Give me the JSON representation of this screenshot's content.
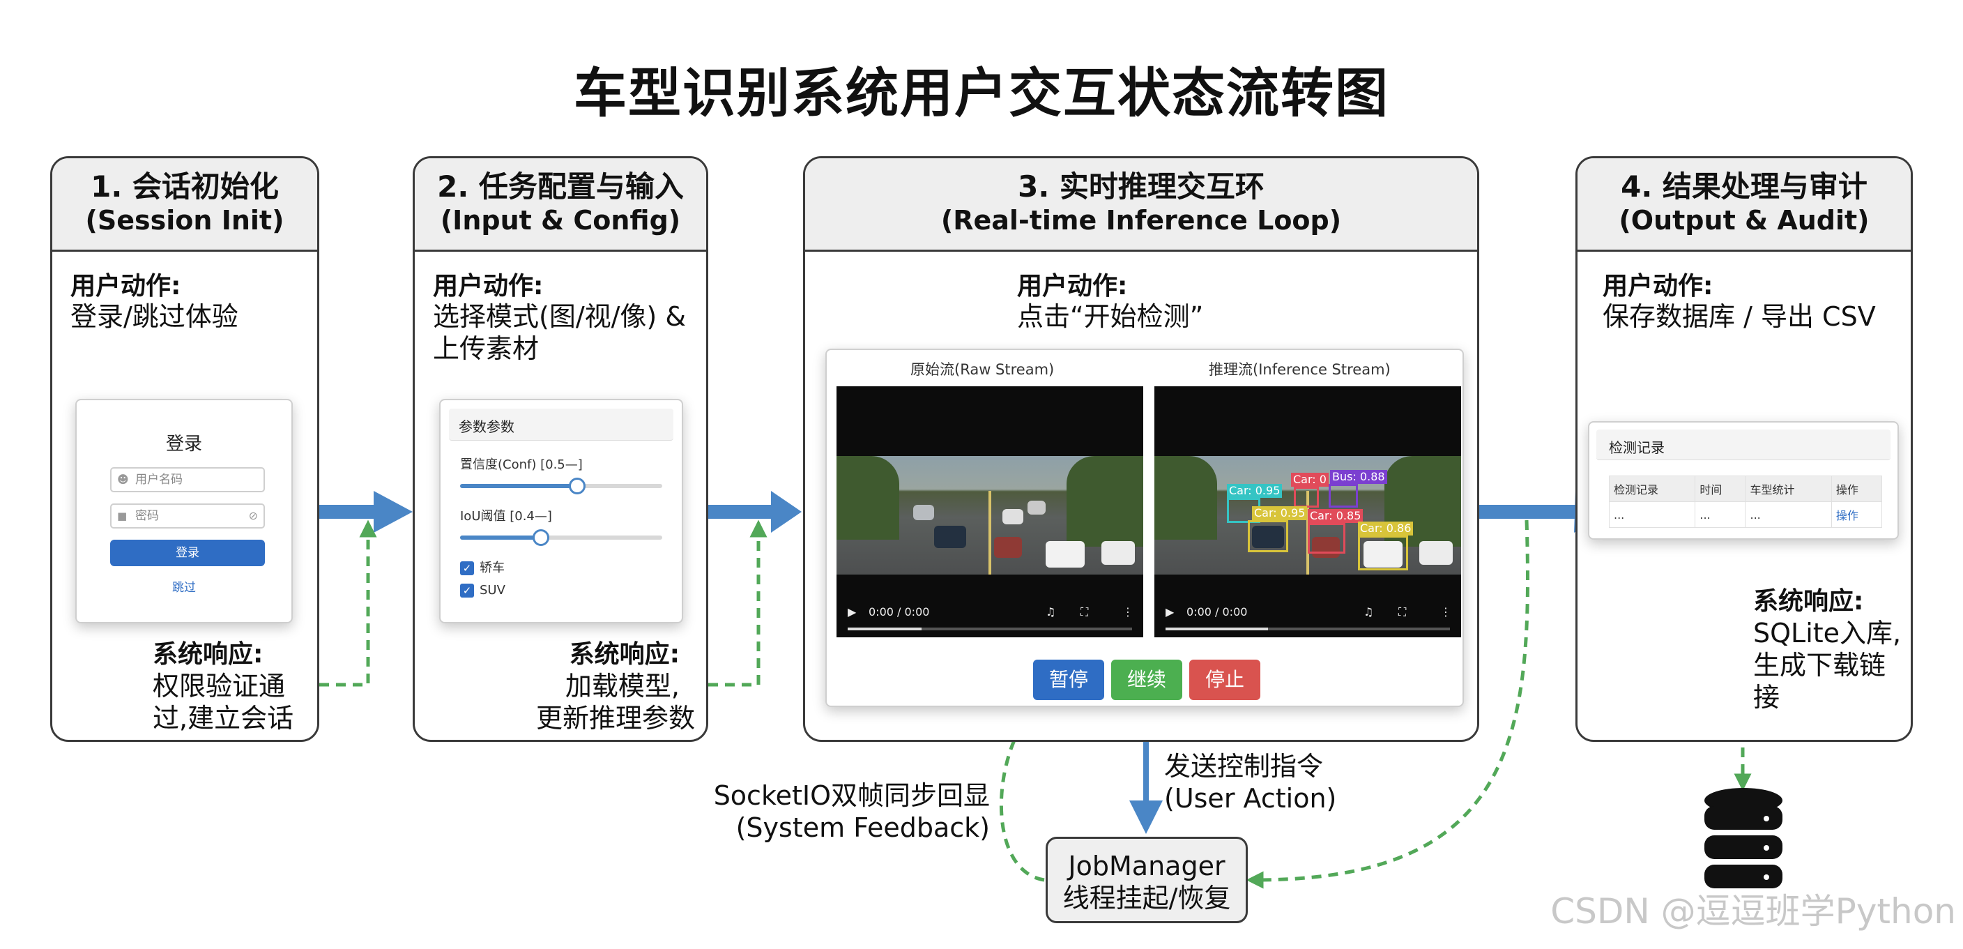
{
  "title": "车型识别系统用户交互状态流转图",
  "watermark": "CSDN @逗逗班学Python",
  "colors": {
    "arrow_blue": "#4a86c6",
    "feedback_green": "#52a858",
    "btn_blue": "#2f6dc4",
    "btn_green": "#4caf50",
    "btn_red": "#d9534f"
  },
  "stage1": {
    "title": "1. 会话初始化",
    "subtitle": "(Session Init)",
    "user_action_label": "用户动作:",
    "user_action": "登录/跳过体验",
    "login_card": {
      "title": "登录",
      "username_placeholder": "用户名码",
      "password_placeholder": "密码",
      "login_button": "登录",
      "skip_link": "跳过"
    },
    "system_response_label": "系统响应:",
    "system_response_line1": "权限验证通",
    "system_response_line2": "过,建立会话"
  },
  "stage2": {
    "title": "2. 任务配置与输入",
    "subtitle": "(Input & Config)",
    "user_action_label": "用户动作:",
    "user_action_line1": "选择模式(图/视/像) &",
    "user_action_line2": "上传素材",
    "param_card": {
      "title": "参数参数",
      "conf_label": "置信度(Conf) [0.5—]",
      "conf_value": 0.58,
      "iou_label": "IoU阈值 [0.4—]",
      "iou_value": 0.4,
      "checkbox_sedan": "轿车",
      "checkbox_suv": "SUV"
    },
    "system_response_label": "系统响应:",
    "system_response_line1": "加载模型,",
    "system_response_line2": "更新推理参数"
  },
  "stage3": {
    "title": "3. 实时推理交互环",
    "subtitle": "(Real-time Inference Loop)",
    "user_action_label": "用户动作:",
    "user_action": "点击“开始检测”",
    "raw_label": "原始流(Raw Stream)",
    "inference_label": "推理流(Inference Stream)",
    "video_time": "0:00 / 0:00",
    "detections": [
      "Car: 0.95",
      "Car: 0",
      "Bus: 0.88",
      "Car: 0.95",
      "Car: 0.85",
      "Car: 0.86"
    ],
    "pause_button": "暂停",
    "resume_button": "继续",
    "stop_button": "停止"
  },
  "stage4": {
    "title": "4. 结果处理与审计",
    "subtitle": "(Output & Audit)",
    "user_action_label": "用户动作:",
    "user_action": "保存数据库 / 导出 CSV",
    "records_card": {
      "title": "检测记录",
      "columns": [
        "检测记录",
        "时间",
        "车型统计",
        "操作"
      ],
      "row": [
        "...",
        "...",
        "...",
        "操作"
      ]
    },
    "system_response_label": "系统响应:",
    "system_response_line1": "SQLite入库,",
    "system_response_line2": "生成下载链接"
  },
  "feedback": {
    "label_line1": "SocketIO双帧同步回显",
    "label_line2": "(System Feedback)"
  },
  "control": {
    "label_line1": "发送控制指令",
    "label_line2": "(User Action)"
  },
  "job_manager": {
    "line1": "JobManager",
    "line2": "线程挂起/恢复"
  }
}
